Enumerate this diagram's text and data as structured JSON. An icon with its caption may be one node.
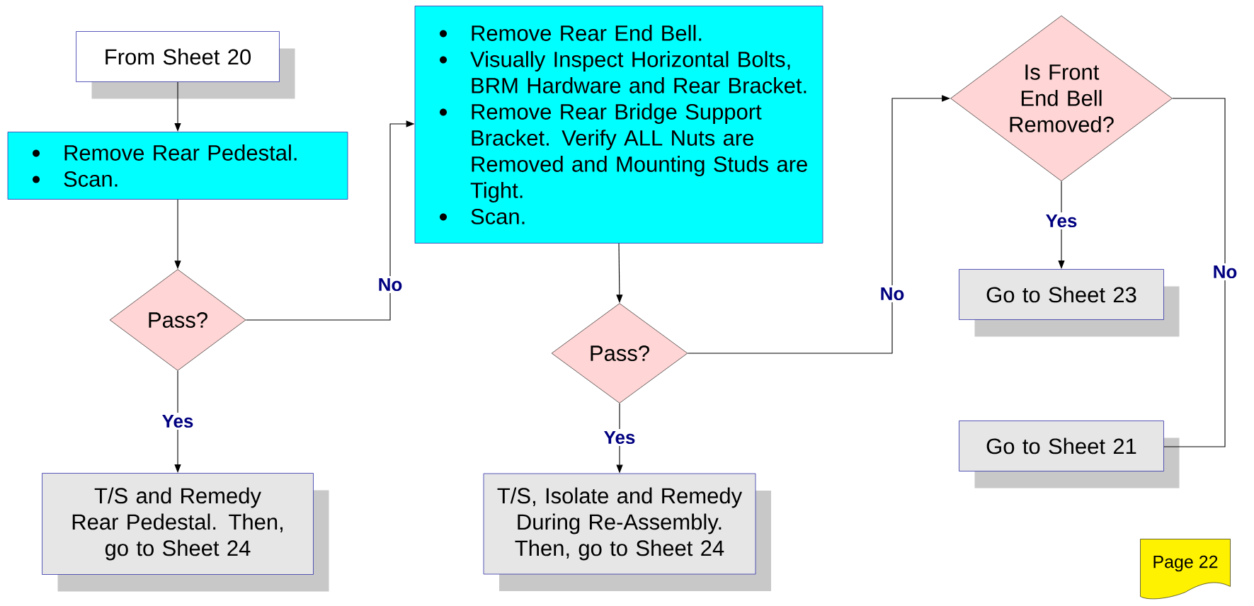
{
  "diagram": {
    "nodes": [
      {
        "text": [
          "From Sheet 20"
        ]
      },
      {
        "text": [
          "Remove Rear Pedestal.",
          "Scan."
        ]
      },
      {
        "text": [
          "Pass?"
        ]
      },
      {
        "text": [
          "T/S and Remedy Rear Pedestal. Then, go to Sheet 24"
        ]
      },
      {
        "text": [
          "Remove Rear End Bell.",
          "Visually Inspect Horizontal Bolts, BRM Hardware and Rear Bracket.",
          "Remove Rear Bridge Support Bracket. Verify ALL Nuts are Removed and Mounting Studs are Tight.",
          "Scan."
        ]
      },
      {
        "text": [
          "Pass?"
        ]
      },
      {
        "text": [
          "T/S, Isolate and Remedy During Re-Assembly. Then, go to Sheet 24"
        ]
      },
      {
        "text": [
          "Is Front End Bell Removed?"
        ]
      },
      {
        "text": [
          "Go to Sheet 23"
        ]
      },
      {
        "text": [
          "Go to Sheet 21"
        ]
      },
      {
        "text": [
          "Page 22"
        ]
      }
    ],
    "edges": [
      {
        "from": 0,
        "to": 1,
        "arrow": "to"
      },
      {
        "from": 1,
        "to": 2,
        "arrow": "to"
      },
      {
        "from": 2,
        "to": 3,
        "arrow": "to",
        "label": "Yes"
      },
      {
        "from": 2,
        "to": 4,
        "arrow": "to",
        "label": "No"
      },
      {
        "from": 4,
        "to": 5,
        "arrow": "to"
      },
      {
        "from": 5,
        "to": 6,
        "arrow": "to",
        "label": "Yes"
      },
      {
        "from": 5,
        "to": 7,
        "arrow": "to",
        "label": "No"
      },
      {
        "from": 7,
        "to": 8,
        "arrow": "to",
        "label": "Yes"
      },
      {
        "from": 7,
        "to": 9,
        "arrow": "none",
        "label": "No"
      }
    ]
  }
}
